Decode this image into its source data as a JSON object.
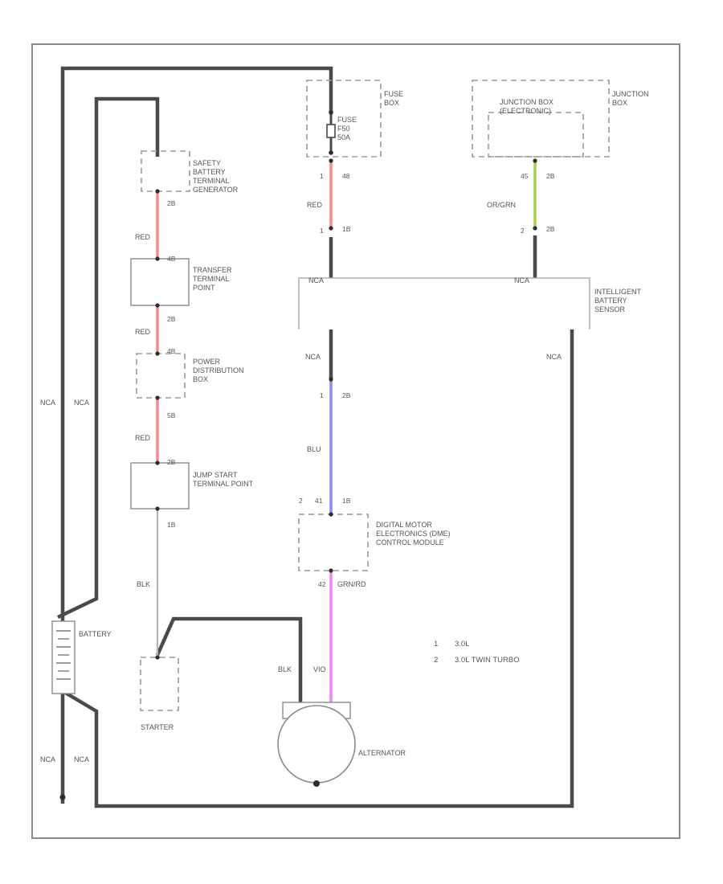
{
  "colors": {
    "red_wire": "#f58a8a",
    "blue_wire": "#8c8cf2",
    "violet_wire": "#f084f0",
    "orange_green_wire": "#a6cc5a",
    "ground_wire": "#4a4a4a",
    "component_outline": "#9a9a9a",
    "text": "#555555"
  },
  "components": {
    "fuse_box": "FUSE\nBOX",
    "fuse": "FUSE\nF50\n50A",
    "junction_box_label": "JUNCTION\nBOX",
    "junction_box_inner": "JUNCTION BOX\n(ELECTRONIC)",
    "safety_battery_terminal": "SAFETY\nBATTERY\nTERMINAL\nGENERATOR",
    "transfer_terminal_point": "TRANSFER\nTERMINAL\nPOINT",
    "power_distribution_box": "POWER\nDISTRIBUTION\nBOX",
    "jump_start_terminal_point": "JUMP START\nTERMINAL POINT",
    "intelligent_battery_sensor": "INTELLIGENT\nBATTERY\nSENSOR",
    "dme_control_module": "DIGITAL MOTOR\nELECTRONICS (DME)\nCONTROL MODULE",
    "battery": "BATTERY",
    "starter": "STARTER",
    "alternator": "ALTERNATOR"
  },
  "wire_labels": {
    "nca_a": "NCA",
    "nca_b": "NCA",
    "nca_c": "NCA",
    "nca_d": "NCA",
    "nca_e": "NCA",
    "nca_f": "NCA",
    "nca_g": "NCA",
    "nca_h": "NCA",
    "red_a": "RED",
    "red_b": "RED",
    "red_c": "RED",
    "red_d": "RED",
    "blk_a": "BLK",
    "blk_b": "BLK",
    "blu": "BLU",
    "vio": "VIO",
    "orn_grn": "OR/GRN",
    "grn_red": "GRN/RD"
  },
  "pins": {
    "p_48_top": "48",
    "p_1_fuse": "1",
    "p_1_ibs_red": "1",
    "p_1b_ibs_red": "1B",
    "p_45_jbox": "45",
    "p_2b_jbox": "2B",
    "p_2_ibs": "2",
    "p_2b_ibs": "2B",
    "p_2b_safety": "2B",
    "p_4b_transfer": "4B",
    "p_2b_transfer": "2B",
    "p_4b_pdb": "4B",
    "p_5b_pdb": "5B",
    "p_2b_jump": "2B",
    "p_1b_jump": "1B",
    "p_1_ibs_blu": "1",
    "p_2b_ibs_blu": "2B",
    "p_2_dme": "2",
    "p_41_dme": "41",
    "p_1b_dme": "1B",
    "p_42_dme": "42"
  },
  "legend": [
    {
      "key": "1",
      "text": "3.0L"
    },
    {
      "key": "2",
      "text": "3.0L TWIN TURBO"
    }
  ]
}
